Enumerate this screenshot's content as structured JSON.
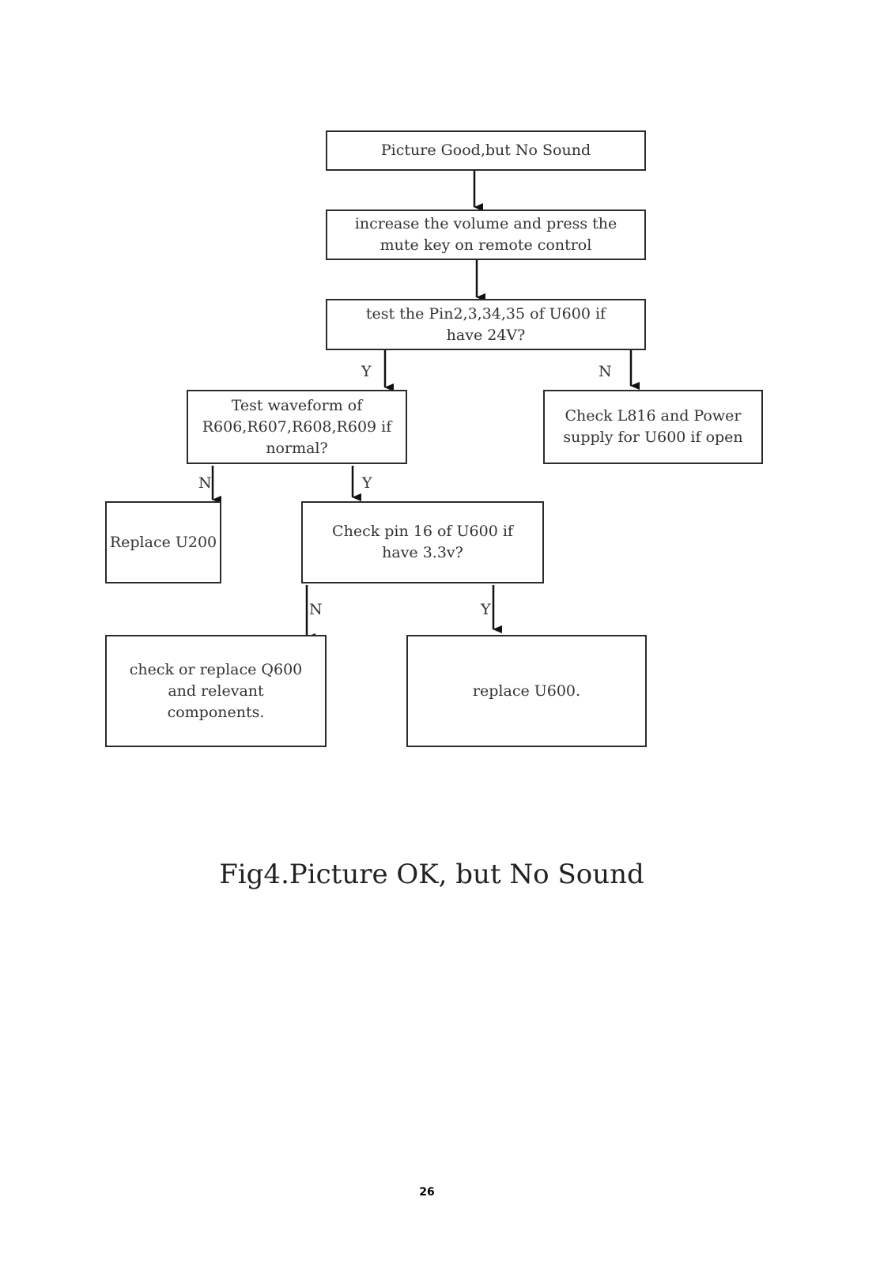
{
  "nodes": {
    "start": "Picture Good,but No Sound",
    "volume": "increase the volume and press the\nmute key on remote control",
    "test_pins": "test the Pin2,3,34,35 of U600 if\nhave 24V?",
    "waveform": "Test waveform of\nR606,R607,R608,R609 if\nnormal?",
    "check_l816": "Check L816 and Power\nsupply for U600 if open",
    "replace_u200": "Replace U200",
    "check_pin16": "Check pin 16 of U600 if\nhave 3.3v?",
    "replace_q600": "check or replace Q600\nand relevant\ncomponents.",
    "replace_u600": "replace U600."
  },
  "labels": {
    "yes": "Y",
    "no": "N"
  },
  "caption": "Fig4.Picture OK, but No Sound",
  "page_number": "26"
}
